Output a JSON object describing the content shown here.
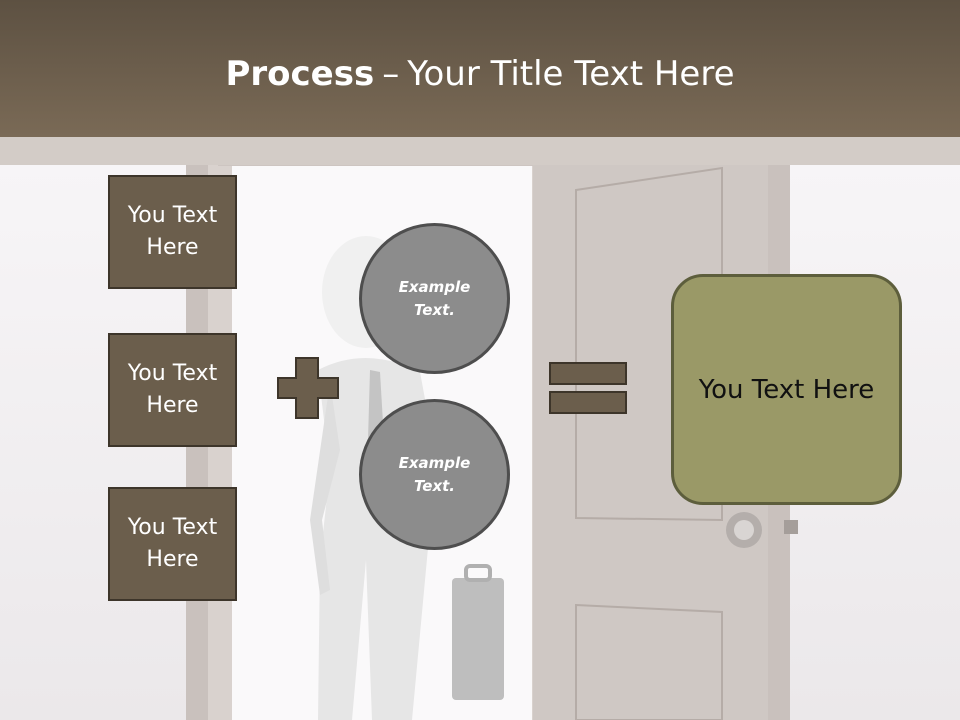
{
  "slide": {
    "title_bold": "Process",
    "title_separator": "–",
    "title_rest": "Your Title Text Here"
  },
  "left_boxes": [
    {
      "label": "You Text Here"
    },
    {
      "label": "You Text Here"
    },
    {
      "label": "You Text Here"
    }
  ],
  "circles": [
    {
      "label": "Example Text."
    },
    {
      "label": "Example Text."
    }
  ],
  "result": {
    "label": "You Text Here"
  },
  "colors": {
    "title_bar": "#6e604e",
    "box_fill": "#6b5e4c",
    "circle_fill": "#8c8c8c",
    "result_fill": "#9a9967"
  },
  "icons": {
    "plus": "plus-icon",
    "equals": "equals-icon",
    "background": "businessman-at-door-illustration"
  }
}
